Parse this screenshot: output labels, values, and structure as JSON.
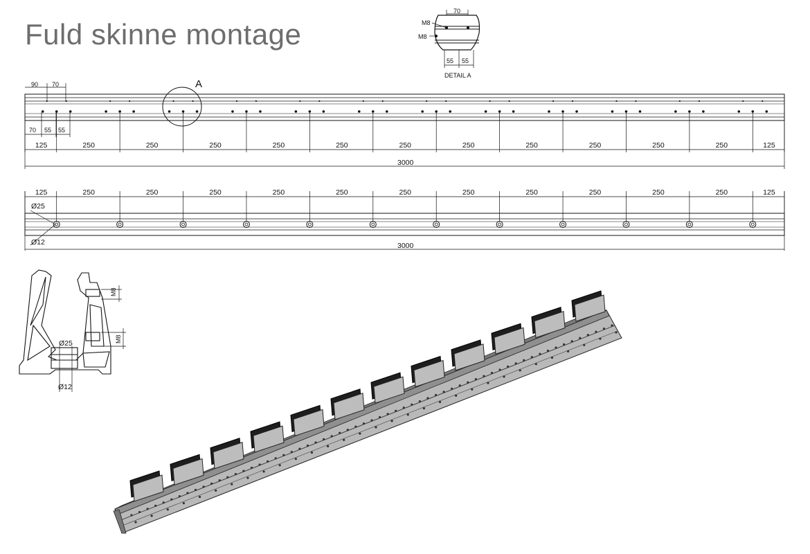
{
  "title": "Fuld skinne montage",
  "detail": {
    "label": "DETAIL A",
    "marker": "A",
    "thread_top": "M8",
    "thread_bottom": "M8",
    "top_dim": "70",
    "bottom_dims": [
      "55",
      "55"
    ]
  },
  "top_view": {
    "offsets_top": [
      "90",
      "70"
    ],
    "offsets_bottom": [
      "70",
      "55",
      "55"
    ],
    "spacings": [
      "125",
      "250",
      "250",
      "250",
      "250",
      "250",
      "250",
      "250",
      "250",
      "250",
      "250",
      "250",
      "125"
    ],
    "total": "3000"
  },
  "bottom_view": {
    "spacings": [
      "125",
      "250",
      "250",
      "250",
      "250",
      "250",
      "250",
      "250",
      "250",
      "250",
      "250",
      "250",
      "125"
    ],
    "total": "3000",
    "hole_large": "Ø25",
    "hole_small": "Ø12"
  },
  "section": {
    "dia_large": "Ø25",
    "dia_small": "Ø12",
    "thread_a": "M8",
    "thread_b": "M8"
  },
  "iso_view": {
    "clamp_count": 12
  }
}
